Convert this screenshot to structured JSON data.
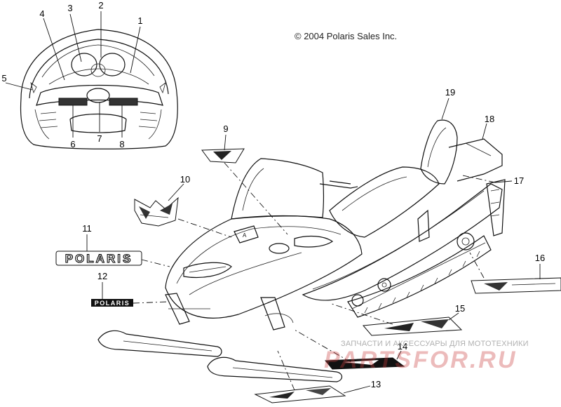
{
  "copyright": "© 2004 Polaris Sales Inc.",
  "watermark": {
    "tagline": "ЗАПЧАСТИ И АКСЕССУАРЫ ДЛЯ МОТОТЕХНИКИ",
    "brand": "PARTSFOR.RU"
  },
  "decals": {
    "polaris_large": "POLARIS",
    "polaris_small": "POLARIS"
  },
  "callouts": [
    "1",
    "2",
    "3",
    "4",
    "5",
    "6",
    "7",
    "8",
    "9",
    "10",
    "11",
    "12",
    "13",
    "14",
    "15",
    "16",
    "17",
    "18",
    "19"
  ]
}
